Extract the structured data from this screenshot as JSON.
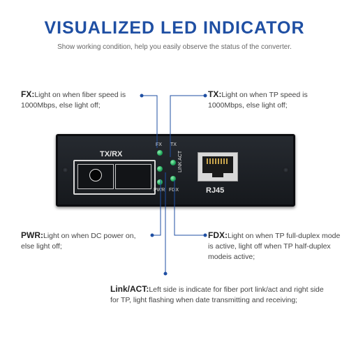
{
  "header": {
    "title": "VISUALIZED LED INDICATOR",
    "subtitle": "Show working condition, help you easily observe the status of the converter."
  },
  "callouts": {
    "fx": {
      "key": "FX:",
      "text": "Light on when  fiber speed is 1000Mbps, else light off;"
    },
    "tx": {
      "key": "TX:",
      "text": "Light on when TP speed is 1000Mbps, else light off;"
    },
    "pwr": {
      "key": "PWR:",
      "text": "Light on when DC power on, else light off;"
    },
    "fdx": {
      "key": "FDX:",
      "text": "Light on when TP full-duplex mode is active, light off when TP half-duplex modeis active;"
    },
    "link": {
      "key": "Link/ACT:",
      "text": "Left side is indicate for fiber port link/act and right side for TP, light flashing when date transmitting and receiving;"
    }
  },
  "device": {
    "fiber_port_label": "TX/RX",
    "ethernet_port_label": "RJ45",
    "led_labels": {
      "fx": "FX",
      "tx": "TX",
      "pwr": "PWR",
      "fdx": "FDX",
      "link_act": "LINK ACT"
    }
  },
  "colors": {
    "title": "#1f4fa3",
    "led": "#1fa65a",
    "callout_line": "#1f4fa3",
    "device_body": "#1c1f24"
  }
}
